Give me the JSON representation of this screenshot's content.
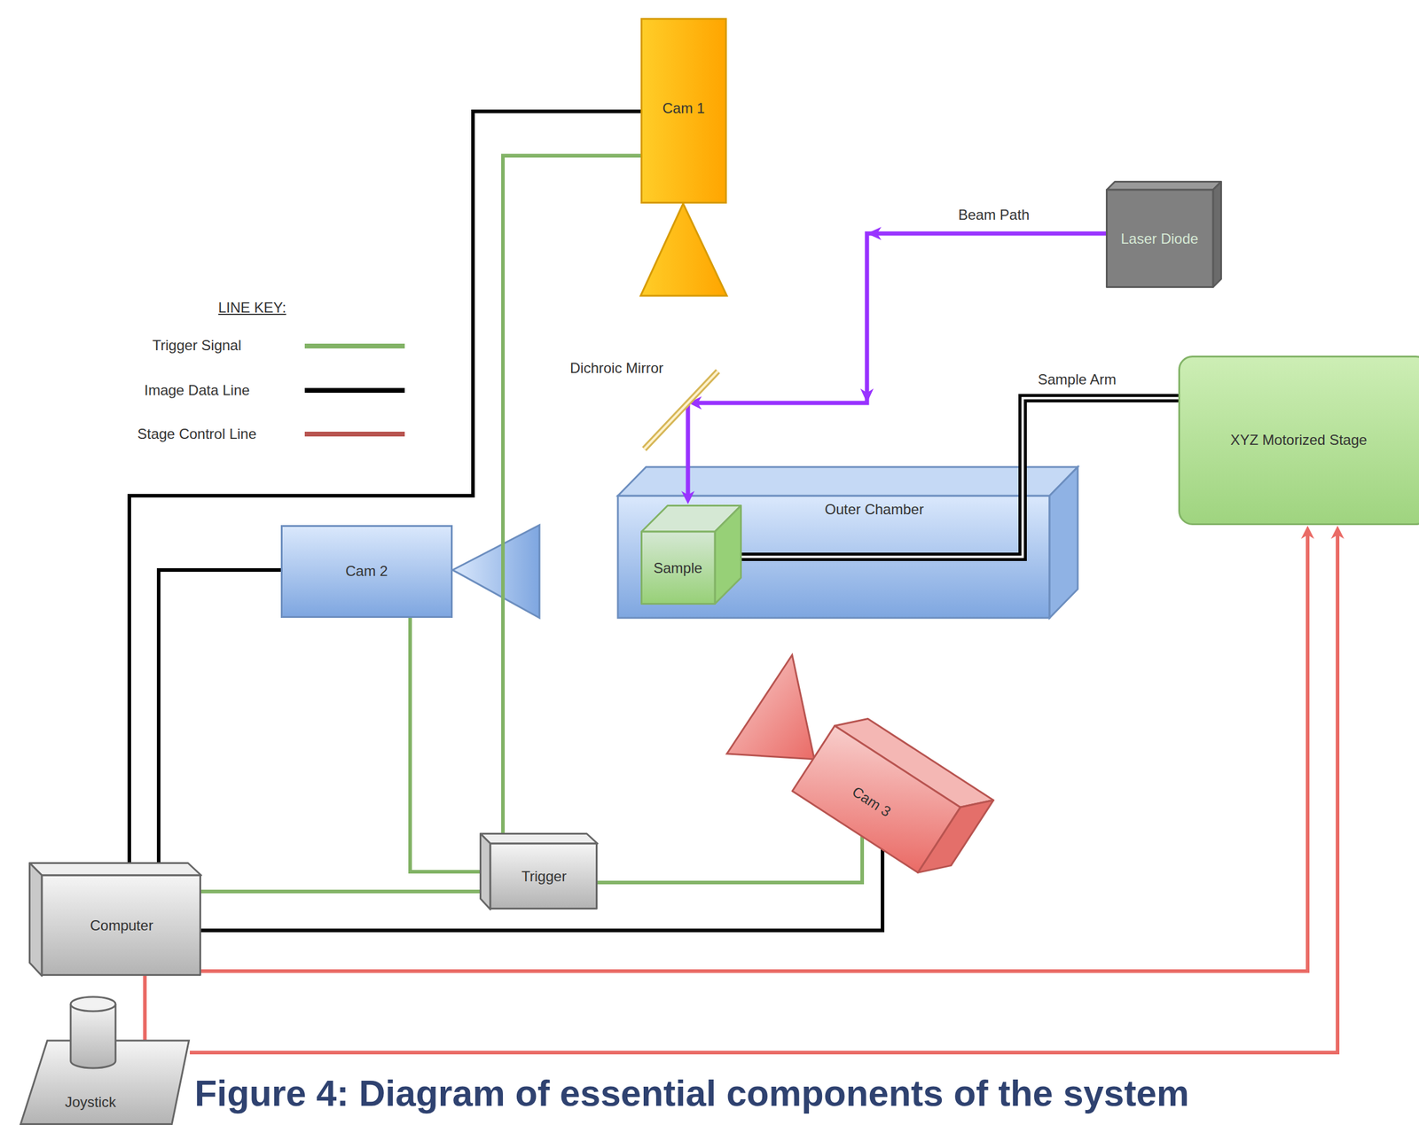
{
  "diagram": {
    "caption": "Figure 4: Diagram of essential components of the system",
    "nodes": [
      {
        "text": [
          "Cam 1"
        ]
      },
      {
        "text": [
          "Laser Diode"
        ]
      },
      {
        "text": [
          "Dichroic Mirror"
        ]
      },
      {
        "text": [
          "Outer Chamber"
        ]
      },
      {
        "text": [
          "Sample"
        ],
        "in": 3
      },
      {
        "text": [
          "XYZ Motorized Stage"
        ]
      },
      {
        "text": [
          "Cam 2"
        ]
      },
      {
        "text": [
          "Cam 3"
        ]
      },
      {
        "text": [
          "Trigger"
        ]
      },
      {
        "text": [
          "Computer"
        ]
      },
      {
        "text": [
          "Joystick"
        ]
      }
    ],
    "edges": [
      {
        "from": 0,
        "to": 9,
        "arrow": "none"
      },
      {
        "from": 0,
        "to": 8,
        "arrow": "none"
      },
      {
        "from": 6,
        "to": 9,
        "arrow": "none"
      },
      {
        "from": 6,
        "to": 8,
        "arrow": "none"
      },
      {
        "from": 9,
        "to": 8,
        "arrow": "none"
      },
      {
        "from": 8,
        "to": 7,
        "arrow": "none"
      },
      {
        "from": 7,
        "to": 9,
        "arrow": "none"
      },
      {
        "from": 9,
        "to": 5,
        "arrow": "to"
      },
      {
        "from": 10,
        "to": 5,
        "arrow": "to"
      },
      {
        "from": 9,
        "to": 10,
        "arrow": "none"
      },
      {
        "from": 1,
        "to": 2,
        "label": "Beam Path",
        "arrow": "to"
      },
      {
        "from": 2,
        "to": 4,
        "arrow": "to"
      },
      {
        "from": 4,
        "to": 5,
        "label": "Sample Arm",
        "arrow": "none"
      }
    ],
    "labels": [
      "LINE KEY:"
    ],
    "legend": [
      {
        "text": "Trigger Signal"
      },
      {
        "text": "Image Data Line"
      },
      {
        "text": "Stage Control Line"
      }
    ]
  }
}
